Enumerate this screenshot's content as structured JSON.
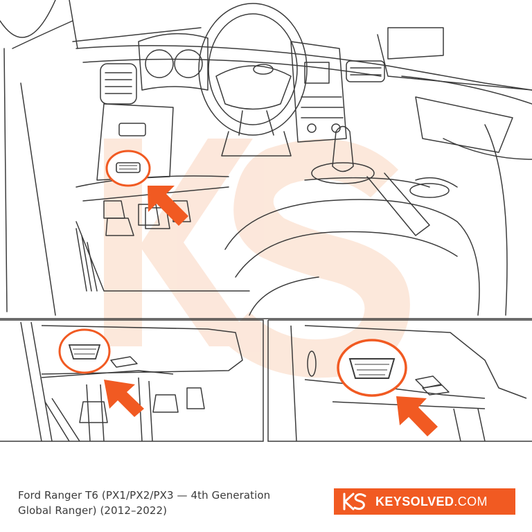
{
  "caption": {
    "line1": "Ford Ranger T6 (PX1/PX2/PX3 — 4th Generation",
    "line2": "Global Ranger) (2012–2022)"
  },
  "brand": {
    "name": "KEYSOLVED",
    "domain": ".COM",
    "color": "#f15a22"
  },
  "colors": {
    "accent": "#f15a22",
    "line_art": "#3b3b3b",
    "watermark": "#fbe0cf"
  }
}
